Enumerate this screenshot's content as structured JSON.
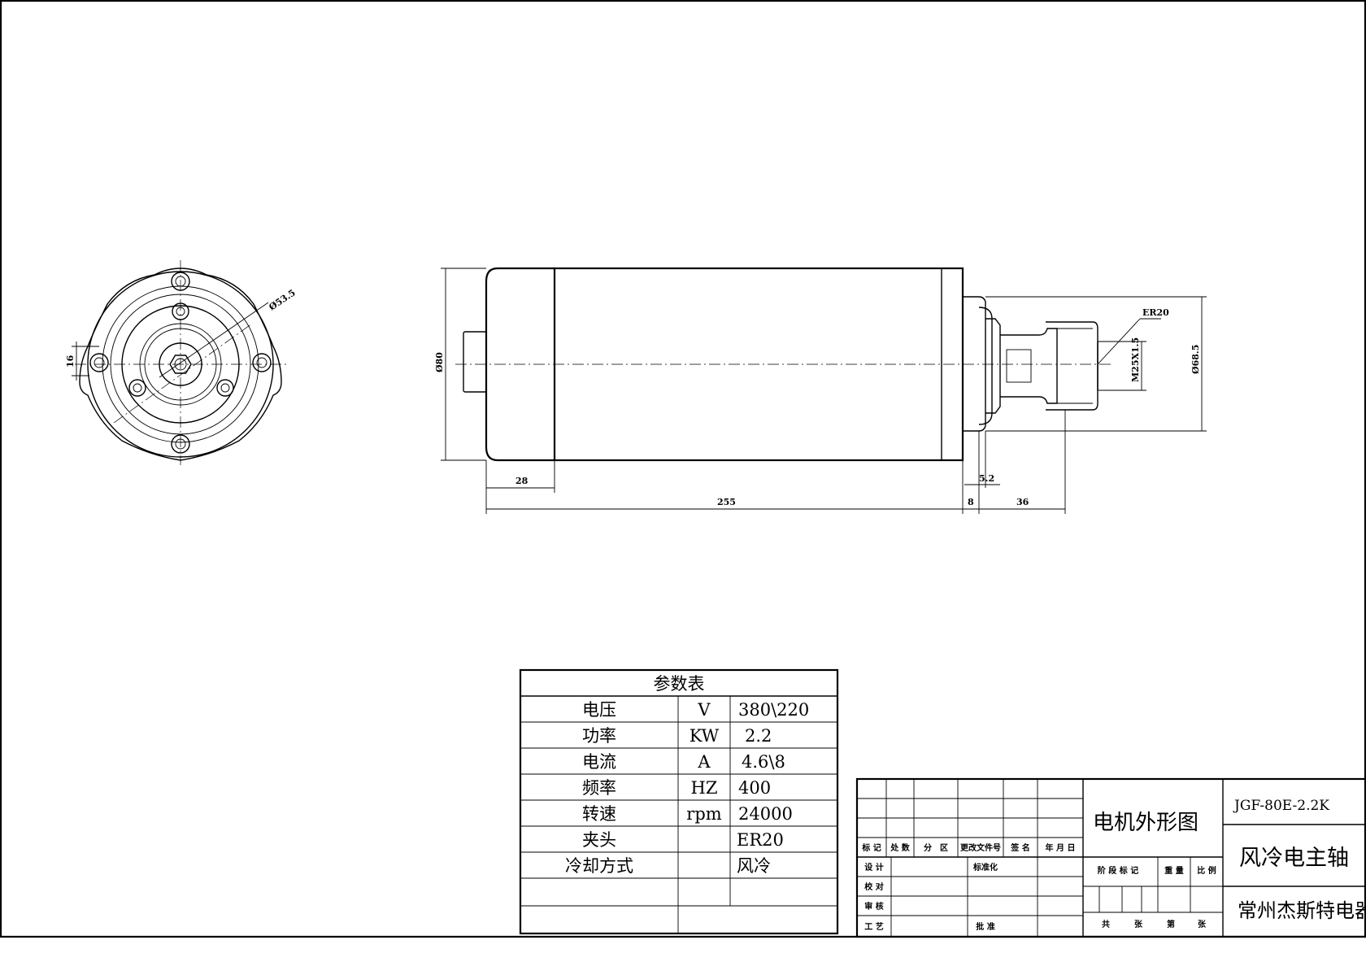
{
  "drawing": {
    "dimensions": {
      "flange_circle": "Ø53.5",
      "bolt_offset": "16",
      "body_diameter": "Ø80",
      "collet": "ER20",
      "thread": "M25X1.5",
      "nose_diameter": "Ø68.5",
      "cap_length": "28",
      "body_length": "255",
      "step_length": "5.2",
      "neck_length": "8",
      "nut_length": "36"
    }
  },
  "param_table": {
    "title": "参数表",
    "rows": [
      {
        "name": "电压",
        "unit": "V",
        "value": "380\\220"
      },
      {
        "name": "功率",
        "unit": "KW",
        "value": "2.2"
      },
      {
        "name": "电流",
        "unit": "A",
        "value": "4.6\\8"
      },
      {
        "name": "频率",
        "unit": "HZ",
        "value": "400"
      },
      {
        "name": "转速",
        "unit": "rpm",
        "value": "24000"
      },
      {
        "name": "夹头",
        "unit": "",
        "value": "ER20"
      },
      {
        "name": "冷却方式",
        "unit": "",
        "value": "风冷"
      },
      {
        "name": "",
        "unit": "",
        "value": ""
      },
      {
        "name": "",
        "unit": "",
        "value": ""
      }
    ]
  },
  "title_block": {
    "labels": {
      "mark": "标 记",
      "count": "处 数",
      "zone": "分　区",
      "change_doc": "更改文件号",
      "sign": "签 名",
      "date": "年 月 日",
      "design": "设 计",
      "standardize": "标准化",
      "check": "校 对",
      "review": "审 核",
      "process": "工 艺",
      "approve": "批 准",
      "stage_mark": "阶 段 标 记",
      "weight": "重 量",
      "scale": "比 例",
      "total": "共",
      "sheets1": "张",
      "sheet_no": "第",
      "sheets2": "张"
    },
    "drawing_name": "电机外形图",
    "model": "JGF-80E-2.2K",
    "product": "风冷电主轴",
    "company": "常州杰斯特电器"
  }
}
